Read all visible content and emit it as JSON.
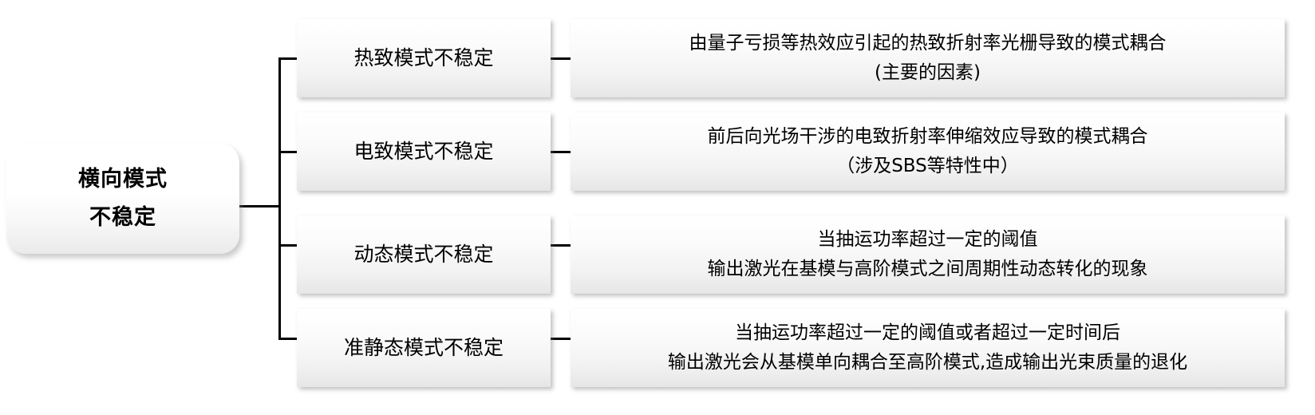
{
  "diagram": {
    "type": "tree",
    "orientation": "left-to-right",
    "colors": {
      "connector": "#000000",
      "node_fill_top": "#ffffff",
      "node_fill_bottom": "#e6e6e6",
      "text": "#000000",
      "background": "#ffffff"
    },
    "root": {
      "line1": "横向模式",
      "line2": "不稳定"
    },
    "branches": [
      {
        "category": "热致模式不稳定",
        "description_line1": "由量子亏损等热效应引起的热致折射率光栅导致的模式耦合",
        "description_line2": "(主要的因素)"
      },
      {
        "category": "电致模式不稳定",
        "description_line1": "前后向光场干涉的电致折射率伸缩效应导致的模式耦合",
        "description_line2": "（涉及SBS等特性中）"
      },
      {
        "category": "动态模式不稳定",
        "description_line1": "当抽运功率超过一定的阈值",
        "description_line2": "输出激光在基模与高阶模式之间周期性动态转化的现象"
      },
      {
        "category": "准静态模式不稳定",
        "description_line1": "当抽运功率超过一定的阈值或者超过一定时间后",
        "description_line2": "输出激光会从基模单向耦合至高阶模式,造成输出光束质量的退化"
      }
    ]
  }
}
